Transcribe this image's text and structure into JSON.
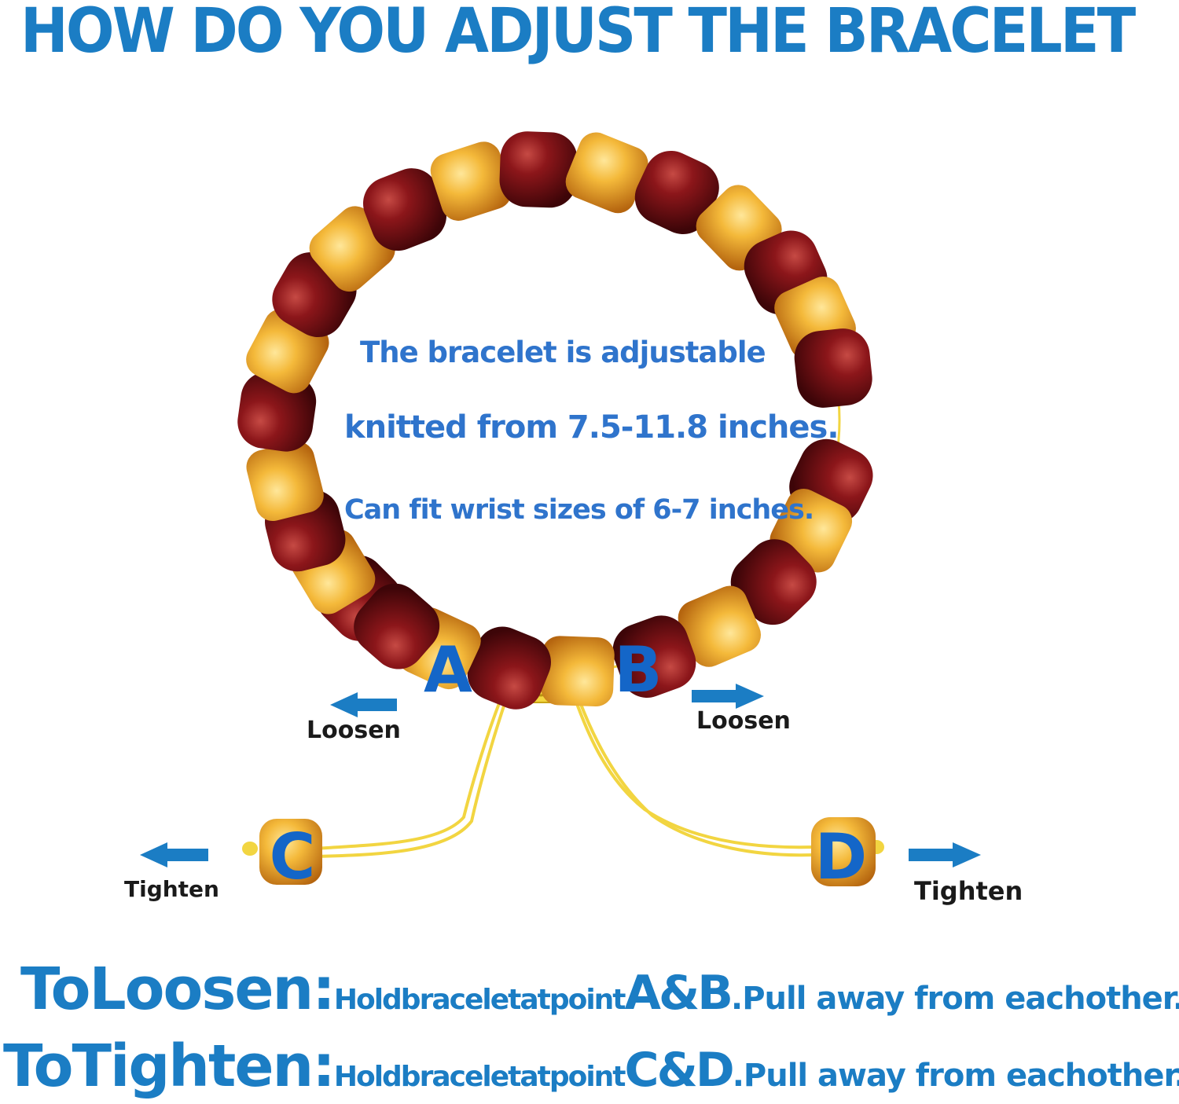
{
  "title": "HOW DO YOU ADJUST THE BRACELET",
  "info": {
    "line1": "The bracelet is adjustable",
    "line2": "knitted from 7.5-11.8 inches.",
    "line3": "Can fit wrist sizes of 6-7 inches."
  },
  "points": {
    "a": "A",
    "b": "B",
    "c": "C",
    "d": "D"
  },
  "labels": {
    "loosen_left": "Loosen",
    "loosen_right": "Loosen",
    "tighten_left": "Tighten",
    "tighten_right": "Tighten"
  },
  "instructions": {
    "loosen": {
      "head": "ToLoosen:",
      "mid": "Holdbraceletatpoint",
      "points": "A&B",
      "tail": ".Pull away from eachother."
    },
    "tighten": {
      "head": "ToTighten:",
      "mid": "Holdbraceletatpoint",
      "points": "C&D",
      "tail": ".Pull away from eachother."
    }
  },
  "colors": {
    "accent_blue": "#1b7dc4",
    "bead_cherry": "#7a0f14",
    "bead_honey": "#e7a22a",
    "cord": "#f2d541"
  },
  "icons": [
    "arrow-left-icon",
    "arrow-right-icon"
  ]
}
